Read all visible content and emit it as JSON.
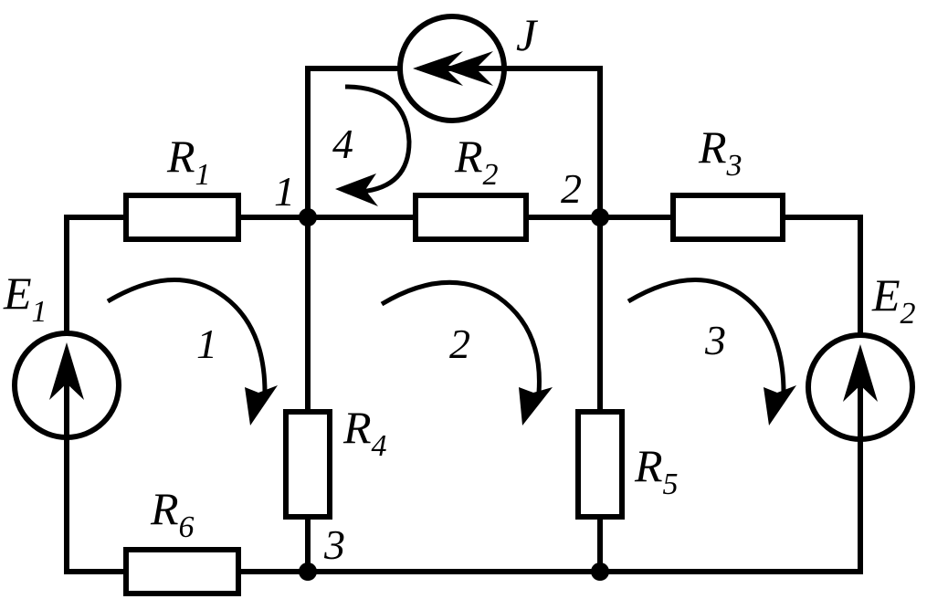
{
  "components": {
    "R1": {
      "base": "R",
      "sub": "1"
    },
    "R2": {
      "base": "R",
      "sub": "2"
    },
    "R3": {
      "base": "R",
      "sub": "3"
    },
    "R4": {
      "base": "R",
      "sub": "4"
    },
    "R5": {
      "base": "R",
      "sub": "5"
    },
    "R6": {
      "base": "R",
      "sub": "6"
    },
    "E1": {
      "base": "E",
      "sub": "1"
    },
    "E2": {
      "base": "E",
      "sub": "2"
    },
    "J": {
      "base": "J"
    }
  },
  "nodes": [
    "1",
    "2",
    "3"
  ],
  "loops": [
    "1",
    "2",
    "3",
    "4"
  ],
  "colors": {
    "line": "#000000",
    "background": "#ffffff"
  }
}
